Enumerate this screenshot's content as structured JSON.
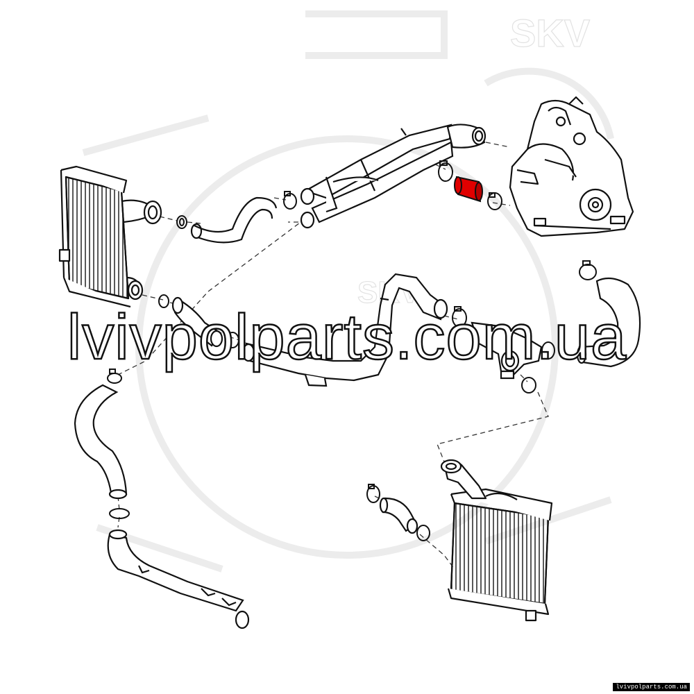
{
  "watermark": {
    "brand": "SKV",
    "site": "lvivpolparts.com.ua",
    "footer_url": "lvivpolparts.com.ua"
  },
  "colors": {
    "line": "#111111",
    "highlight": "#e00000",
    "watermark_gray": "#e2e2e2",
    "dash": "#333333"
  },
  "parts": {
    "highlighted": "boost-hose-turbo"
  }
}
